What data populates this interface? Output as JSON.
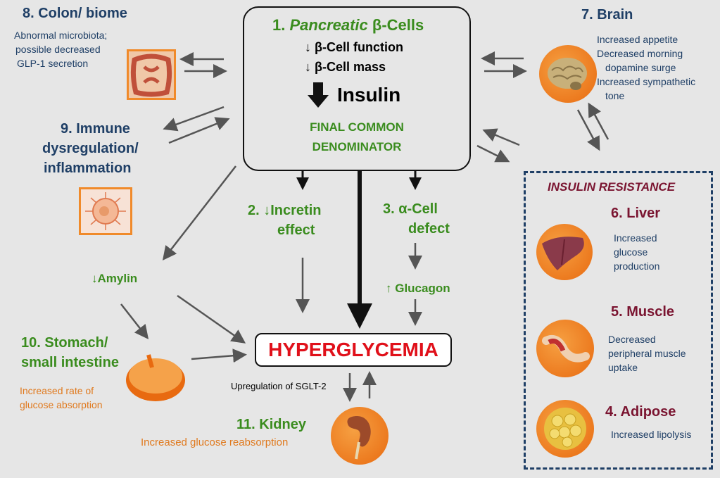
{
  "central": {
    "title_num": "1.",
    "title_italic": "Pancreatic",
    "title_rest": "β-Cells",
    "line1": "↓ β-Cell function",
    "line2": "↓ β-Cell mass",
    "insulin": "Insulin",
    "fcd1": "FINAL COMMON",
    "fcd2": "DENOMINATOR"
  },
  "incretin": {
    "line1": "2. ↓Incretin",
    "line2": "effect"
  },
  "alpha": {
    "line1": "3. α-Cell",
    "line2": "defect",
    "glucagon": "↑ Glucagon"
  },
  "amylin": "↓Amylin",
  "hyperglycemia": "HYPERGLYCEMIA",
  "sglt2": "Upregulation of SGLT-2",
  "kidney": {
    "title": "11.  Kidney",
    "desc": "Increased glucose reabsorption"
  },
  "colon": {
    "title": "8. Colon/ biome",
    "desc1": "Abnormal microbiota;",
    "desc2": "possible decreased",
    "desc3": "GLP-1 secretion"
  },
  "immune": {
    "line1": "9.  Immune",
    "line2": "dysregulation/",
    "line3": "inflammation"
  },
  "stomach": {
    "line1": "10. Stomach/",
    "line2": "small intestine",
    "desc1": "Increased rate of",
    "desc2": "glucose absorption"
  },
  "brain": {
    "title": "7. Brain",
    "desc1": "Increased  appetite",
    "desc2": "Decreased morning",
    "desc3": "dopamine surge",
    "desc4": "Increased sympathetic",
    "desc5": "tone"
  },
  "insulin_resistance": "INSULIN RESISTANCE",
  "liver": {
    "title": "6. Liver",
    "desc1": "Increased",
    "desc2": "glucose",
    "desc3": "production"
  },
  "muscle": {
    "title": "5. Muscle",
    "desc1": "Decreased",
    "desc2": "peripheral muscle",
    "desc3": "uptake"
  },
  "adipose": {
    "title": "4. Adipose",
    "desc": "Increased lipolysis"
  }
}
